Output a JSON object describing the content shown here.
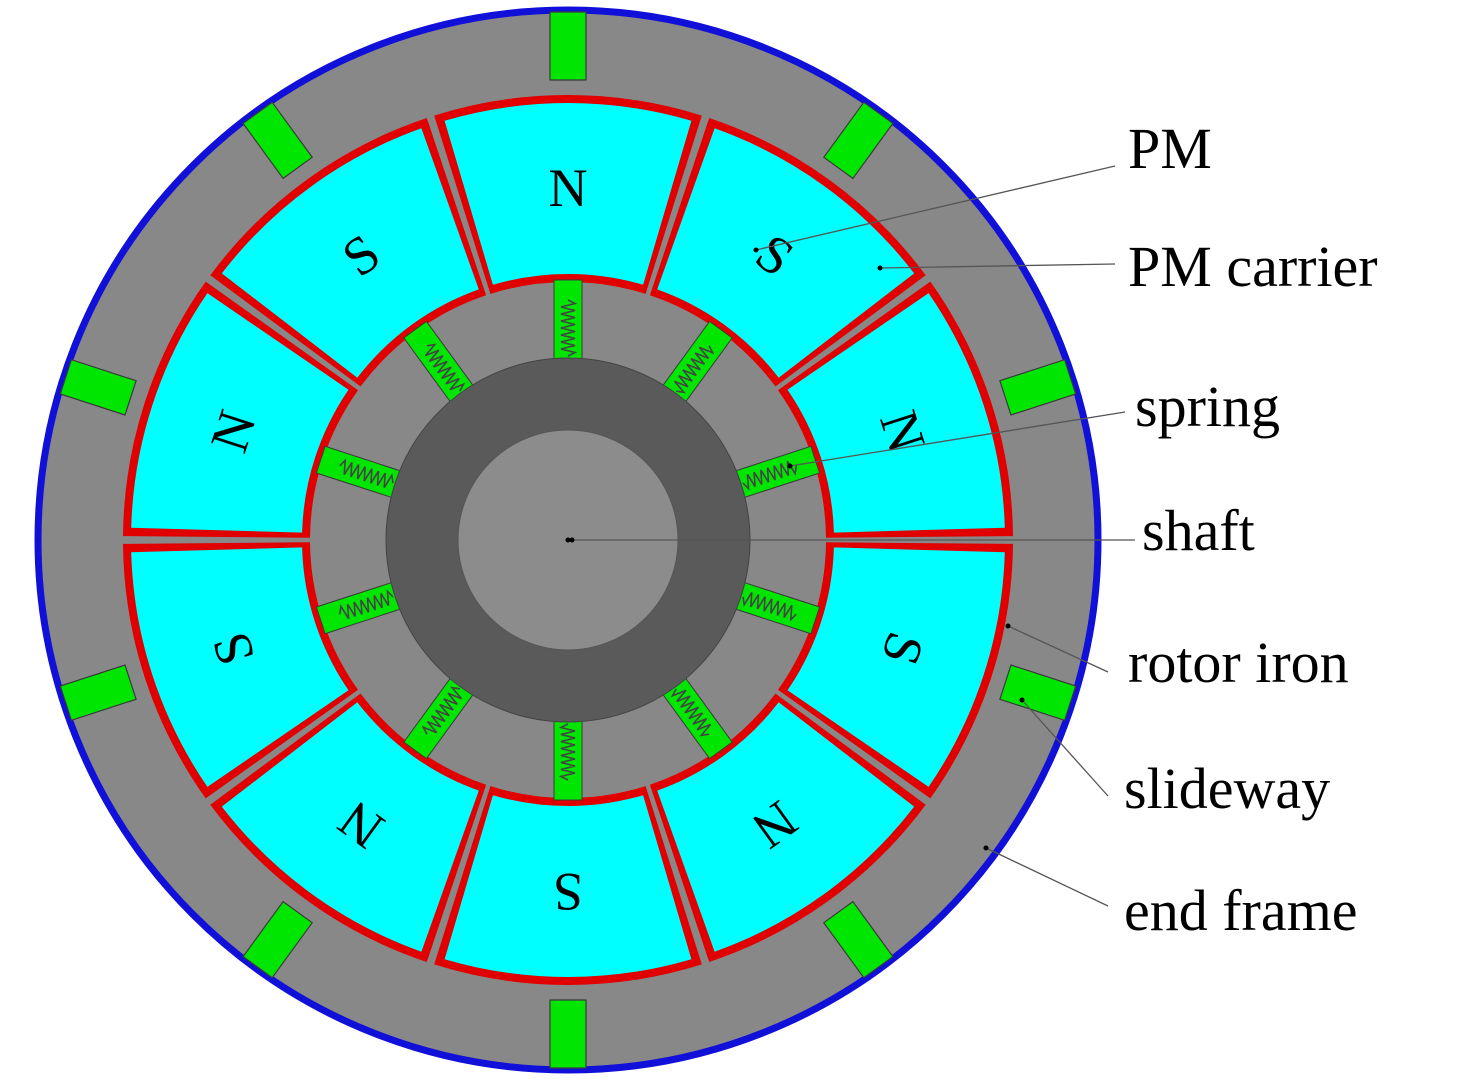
{
  "colors": {
    "frame": "#1010d8",
    "iron": "#888888",
    "shaft_ring": "#5a5a5a",
    "shaft": "#8c8c8c",
    "magnet": "#00ffff",
    "carrier": "#e00000",
    "slideway": "#00e600",
    "spring": "#444444"
  },
  "poles": [
    {
      "id": "pole-1",
      "label": "N"
    },
    {
      "id": "pole-2",
      "label": "S"
    },
    {
      "id": "pole-3",
      "label": "N"
    },
    {
      "id": "pole-4",
      "label": "S"
    },
    {
      "id": "pole-5",
      "label": "N"
    },
    {
      "id": "pole-6",
      "label": "S"
    },
    {
      "id": "pole-7",
      "label": "N"
    },
    {
      "id": "pole-8",
      "label": "S"
    },
    {
      "id": "pole-9",
      "label": "N"
    },
    {
      "id": "pole-10",
      "label": "S"
    }
  ],
  "callouts": [
    {
      "id": "pm",
      "label": "PM"
    },
    {
      "id": "pm-carrier",
      "label": "PM carrier"
    },
    {
      "id": "spring",
      "label": "spring"
    },
    {
      "id": "shaft",
      "label": "shaft"
    },
    {
      "id": "rotor-iron",
      "label": "rotor iron"
    },
    {
      "id": "slideway",
      "label": "slideway"
    },
    {
      "id": "end-frame",
      "label": "end frame"
    }
  ]
}
